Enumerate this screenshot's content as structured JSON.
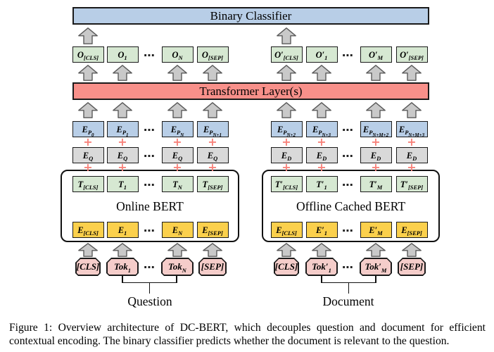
{
  "figure": {
    "binary_classifier": "Binary Classifier",
    "transformer": "Transformer Layer(s)",
    "left_encoder": "Online BERT",
    "right_encoder": "Offline Cached BERT",
    "question_label": "Question",
    "document_label": "Document",
    "ellipsis": "⋯",
    "plus": "+",
    "rows": {
      "outputs": {
        "left": [
          {
            "main": "O",
            "sub": "[CLS]"
          },
          {
            "main": "O",
            "sub": "1"
          },
          {
            "main": "O",
            "sub": "N"
          },
          {
            "main": "O",
            "sub": "[SEP]"
          }
        ],
        "right": [
          {
            "main": "O′",
            "sub": "[CLS]"
          },
          {
            "main": "O′",
            "sub": "1"
          },
          {
            "main": "O′",
            "sub": "M"
          },
          {
            "main": "O′",
            "sub": "[SEP]"
          }
        ]
      },
      "position_embeddings": {
        "left": [
          {
            "main": "E",
            "sub": "P",
            "subsub": "0"
          },
          {
            "main": "E",
            "sub": "P",
            "subsub": "1"
          },
          {
            "main": "E",
            "sub": "P",
            "subsub": "N"
          },
          {
            "main": "E",
            "sub": "P",
            "subsub": "N+1"
          }
        ],
        "right": [
          {
            "main": "E",
            "sub": "P",
            "subsub": "N+2"
          },
          {
            "main": "E",
            "sub": "P",
            "subsub": "N+3"
          },
          {
            "main": "E",
            "sub": "P",
            "subsub": "N+M+2"
          },
          {
            "main": "E",
            "sub": "P",
            "subsub": "N+M+3"
          }
        ]
      },
      "type_embeddings": {
        "left": [
          {
            "main": "E",
            "sub": "Q"
          },
          {
            "main": "E",
            "sub": "Q"
          },
          {
            "main": "E",
            "sub": "Q"
          },
          {
            "main": "E",
            "sub": "Q"
          }
        ],
        "right": [
          {
            "main": "E",
            "sub": "D"
          },
          {
            "main": "E",
            "sub": "D"
          },
          {
            "main": "E",
            "sub": "D"
          },
          {
            "main": "E",
            "sub": "D"
          }
        ]
      },
      "bert_outputs": {
        "left": [
          {
            "main": "T",
            "sub": "[CLS]"
          },
          {
            "main": "T",
            "sub": "1"
          },
          {
            "main": "T",
            "sub": "N"
          },
          {
            "main": "T",
            "sub": "[SEP]"
          }
        ],
        "right": [
          {
            "main": "T′",
            "sub": "[CLS]"
          },
          {
            "main": "T′",
            "sub": "1"
          },
          {
            "main": "T′",
            "sub": "M"
          },
          {
            "main": "T′",
            "sub": "[SEP]"
          }
        ]
      },
      "token_embeddings": {
        "left": [
          {
            "main": "E",
            "sub": "[CLS]"
          },
          {
            "main": "E",
            "sub": "1"
          },
          {
            "main": "E",
            "sub": "N"
          },
          {
            "main": "E",
            "sub": "[SEP]"
          }
        ],
        "right": [
          {
            "main": "E",
            "sub": "[CLS]"
          },
          {
            "main": "E′",
            "sub": "1"
          },
          {
            "main": "E′",
            "sub": "M"
          },
          {
            "main": "E",
            "sub": "[SEP]"
          }
        ]
      },
      "tokens": {
        "left": [
          {
            "main": "[CLS]"
          },
          {
            "main": "Tok",
            "sub": "1"
          },
          {
            "main": "Tok",
            "sub": "N"
          },
          {
            "main": "[SEP]"
          }
        ],
        "right": [
          {
            "main": "[CLS]"
          },
          {
            "main": "Tok′",
            "sub": "1"
          },
          {
            "main": "Tok′",
            "sub": "M"
          },
          {
            "main": "[SEP]"
          }
        ]
      }
    },
    "colors": {
      "classifier_blue": "#b8cee7",
      "transformer_salmon": "#f8908a",
      "output_green": "#d6e8d2",
      "embedding_gray": "#d9d9d9",
      "token_embedding_yellow": "#fbd04c",
      "token_pink": "#f5cdca",
      "plus_red": "#f8837b",
      "arrow_gray": "#c9c9c9"
    }
  },
  "caption": {
    "line1": "Figure 1: Overview architecture of DC-BERT, which decouples question and document for efficient",
    "line2": "contextual encoding. The binary classifier predicts whether the document is relevant to the question."
  }
}
